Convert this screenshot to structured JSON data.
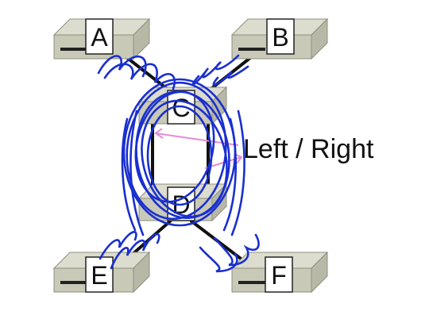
{
  "diagram": {
    "nodes": [
      {
        "id": "A",
        "label": "A"
      },
      {
        "id": "B",
        "label": "B"
      },
      {
        "id": "C",
        "label": "C"
      },
      {
        "id": "D",
        "label": "D"
      },
      {
        "id": "E",
        "label": "E"
      },
      {
        "id": "F",
        "label": "F"
      }
    ],
    "annotation": "Left / Right",
    "colors": {
      "device_top": "#dcdccf",
      "device_front": "#c9c9b8",
      "device_edge": "#8f8f80",
      "link": "#111111",
      "scribble": "#1a2fd0",
      "arrow": "#e58ad6"
    }
  }
}
